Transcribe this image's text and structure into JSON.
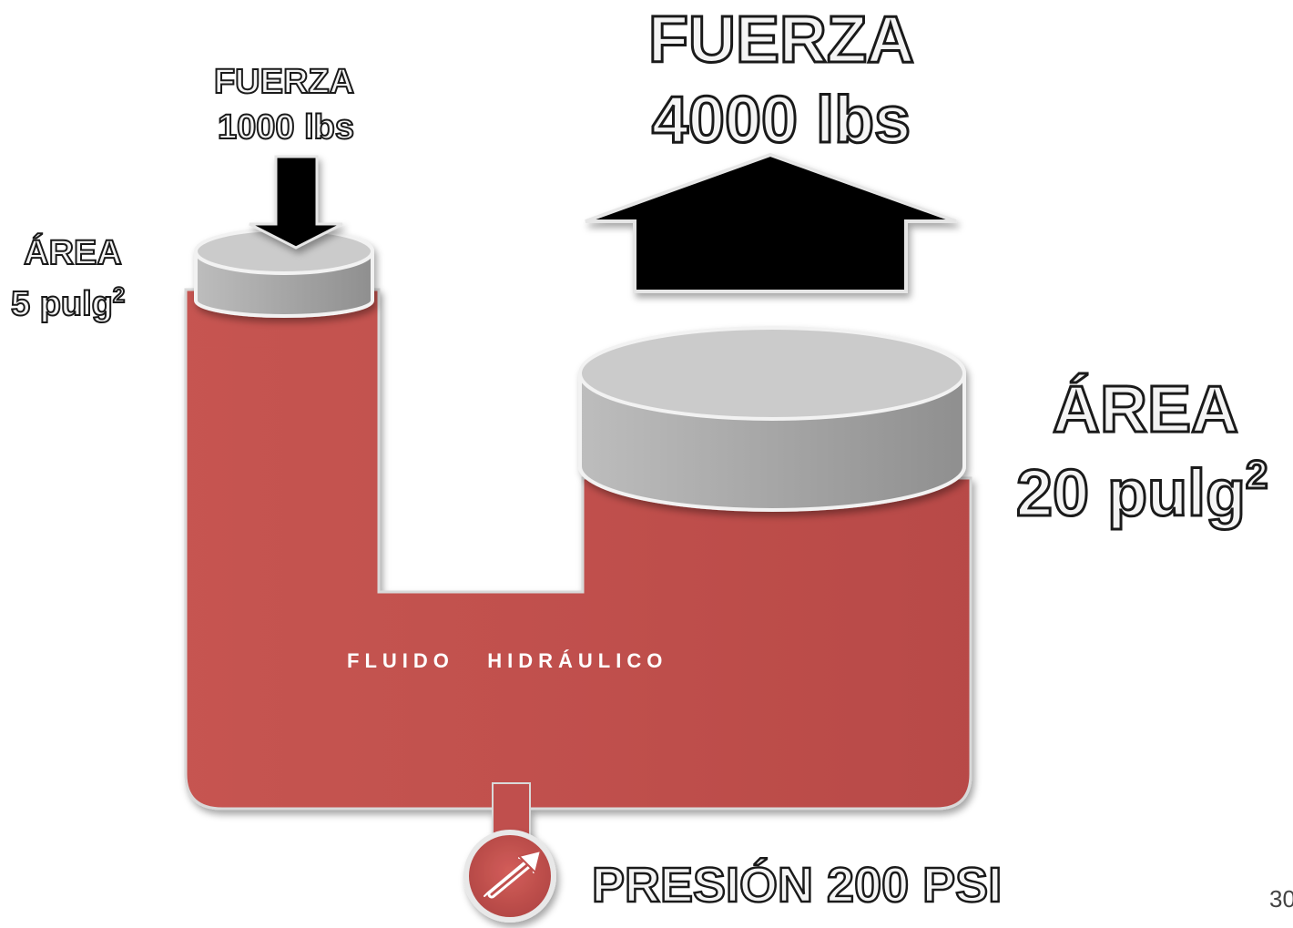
{
  "small_piston": {
    "force_title": "FUERZA",
    "force_value": "1000 lbs",
    "area_title": "ÁREA",
    "area_value": "5 pulg",
    "area_exponent": "2"
  },
  "large_piston": {
    "force_title": "FUERZA",
    "force_value": "4000 lbs",
    "area_title": "ÁREA",
    "area_value": "20 pulg",
    "area_exponent": "2"
  },
  "fluid": {
    "label": "FLUIDO   HIDRÁULICO"
  },
  "gauge": {
    "label": "PRESIÓN 200 PSI"
  },
  "page_number": "30",
  "colors": {
    "fluid": "#c0504d",
    "piston_top": "#cbcbcb",
    "piston_side": "#a3a3a3",
    "arrow": "#000000"
  }
}
